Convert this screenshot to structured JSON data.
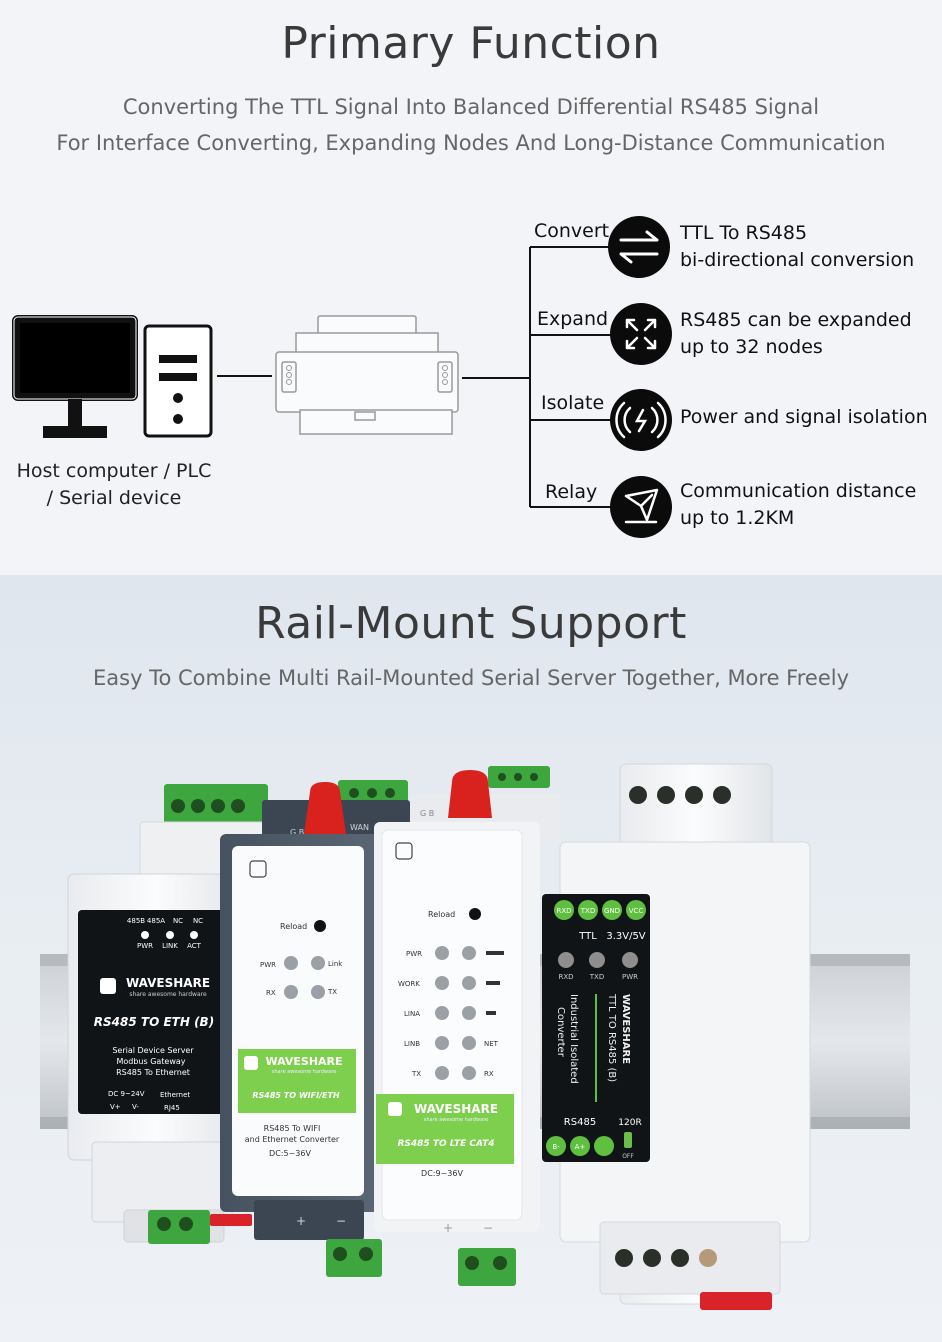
{
  "primary": {
    "title": "Primary Function",
    "subtitle_line1": "Converting The TTL Signal Into Balanced Differential RS485 Signal",
    "subtitle_line2": "For Interface Converting, Expanding Nodes And Long-Distance Communication",
    "host_line1": "Host computer / PLC",
    "host_line2": "/ Serial device",
    "features": [
      {
        "label": "Convert",
        "icon": "bidirectional-arrows-icon",
        "desc_line1": "TTL To RS485",
        "desc_line2": "bi-directional conversion"
      },
      {
        "label": "Expand",
        "icon": "expand-arrows-icon",
        "desc_line1": "RS485 can be expanded",
        "desc_line2": "up to 32 nodes"
      },
      {
        "label": "Isolate",
        "icon": "signal-isolation-icon",
        "desc_line1": "Power and signal isolation",
        "desc_line2": ""
      },
      {
        "label": "Relay",
        "icon": "send-icon",
        "desc_line1": "Communication distance",
        "desc_line2": "up to 1.2KM"
      }
    ]
  },
  "rail": {
    "title": "Rail-Mount Support",
    "subtitle": "Easy To Combine Multi Rail-Mounted Serial Server Together, More Freely"
  },
  "devices": {
    "eth": {
      "header": [
        "485B",
        "485A",
        "NC",
        "NC"
      ],
      "leds": [
        "PWR",
        "LINK",
        "ACT"
      ],
      "brand": "WAVESHARE",
      "tagline": "share awesome hardware",
      "model": "RS485 TO ETH (B)",
      "desc": [
        "Serial Device Server",
        "Modbus Gateway",
        "RS485 To Ethernet"
      ],
      "power": "DC 9~24V",
      "port": "Ethernet",
      "pins": [
        "V+",
        "V-",
        "RJ45"
      ]
    },
    "wifi": {
      "reload": "Reload",
      "leds_left": [
        "PWR",
        "RX"
      ],
      "leds_right": [
        "Link",
        "TX"
      ],
      "brand": "WAVESHARE",
      "tagline": "share awesome hardware",
      "model": "RS485 TO WIFI/ETH",
      "desc": [
        "RS485 To WIFI",
        "and Ethernet Converter"
      ],
      "power": "DC:5~36V",
      "wan": "WAN",
      "top": "G B R"
    },
    "lte": {
      "reload": "Reload",
      "leds": [
        "PWR",
        "WORK",
        "LINA",
        "LINB",
        "TX"
      ],
      "leds_right": [
        "NET",
        "RX"
      ],
      "brand": "WAVESHARE",
      "tagline": "share awesome hardware",
      "model": "RS485 TO LTE CAT4",
      "power": "DC:9~36V",
      "top": "G B"
    },
    "ttl": {
      "pins": [
        "RXD",
        "TXD",
        "GND",
        "VCC"
      ],
      "ttl_label": "TTL",
      "voltage": "3.3V/5V",
      "leds": [
        "RXD",
        "TXD",
        "PWR"
      ],
      "vertical1": "Industrial Isolated",
      "vertical2": "Converter",
      "vertical3": "TTL TO RS485 (B)",
      "brand": "WAVESHARE",
      "rs485": "RS485",
      "r120": "120R",
      "bottom_pins": [
        "B-",
        "A+"
      ],
      "off": "OFF"
    }
  }
}
